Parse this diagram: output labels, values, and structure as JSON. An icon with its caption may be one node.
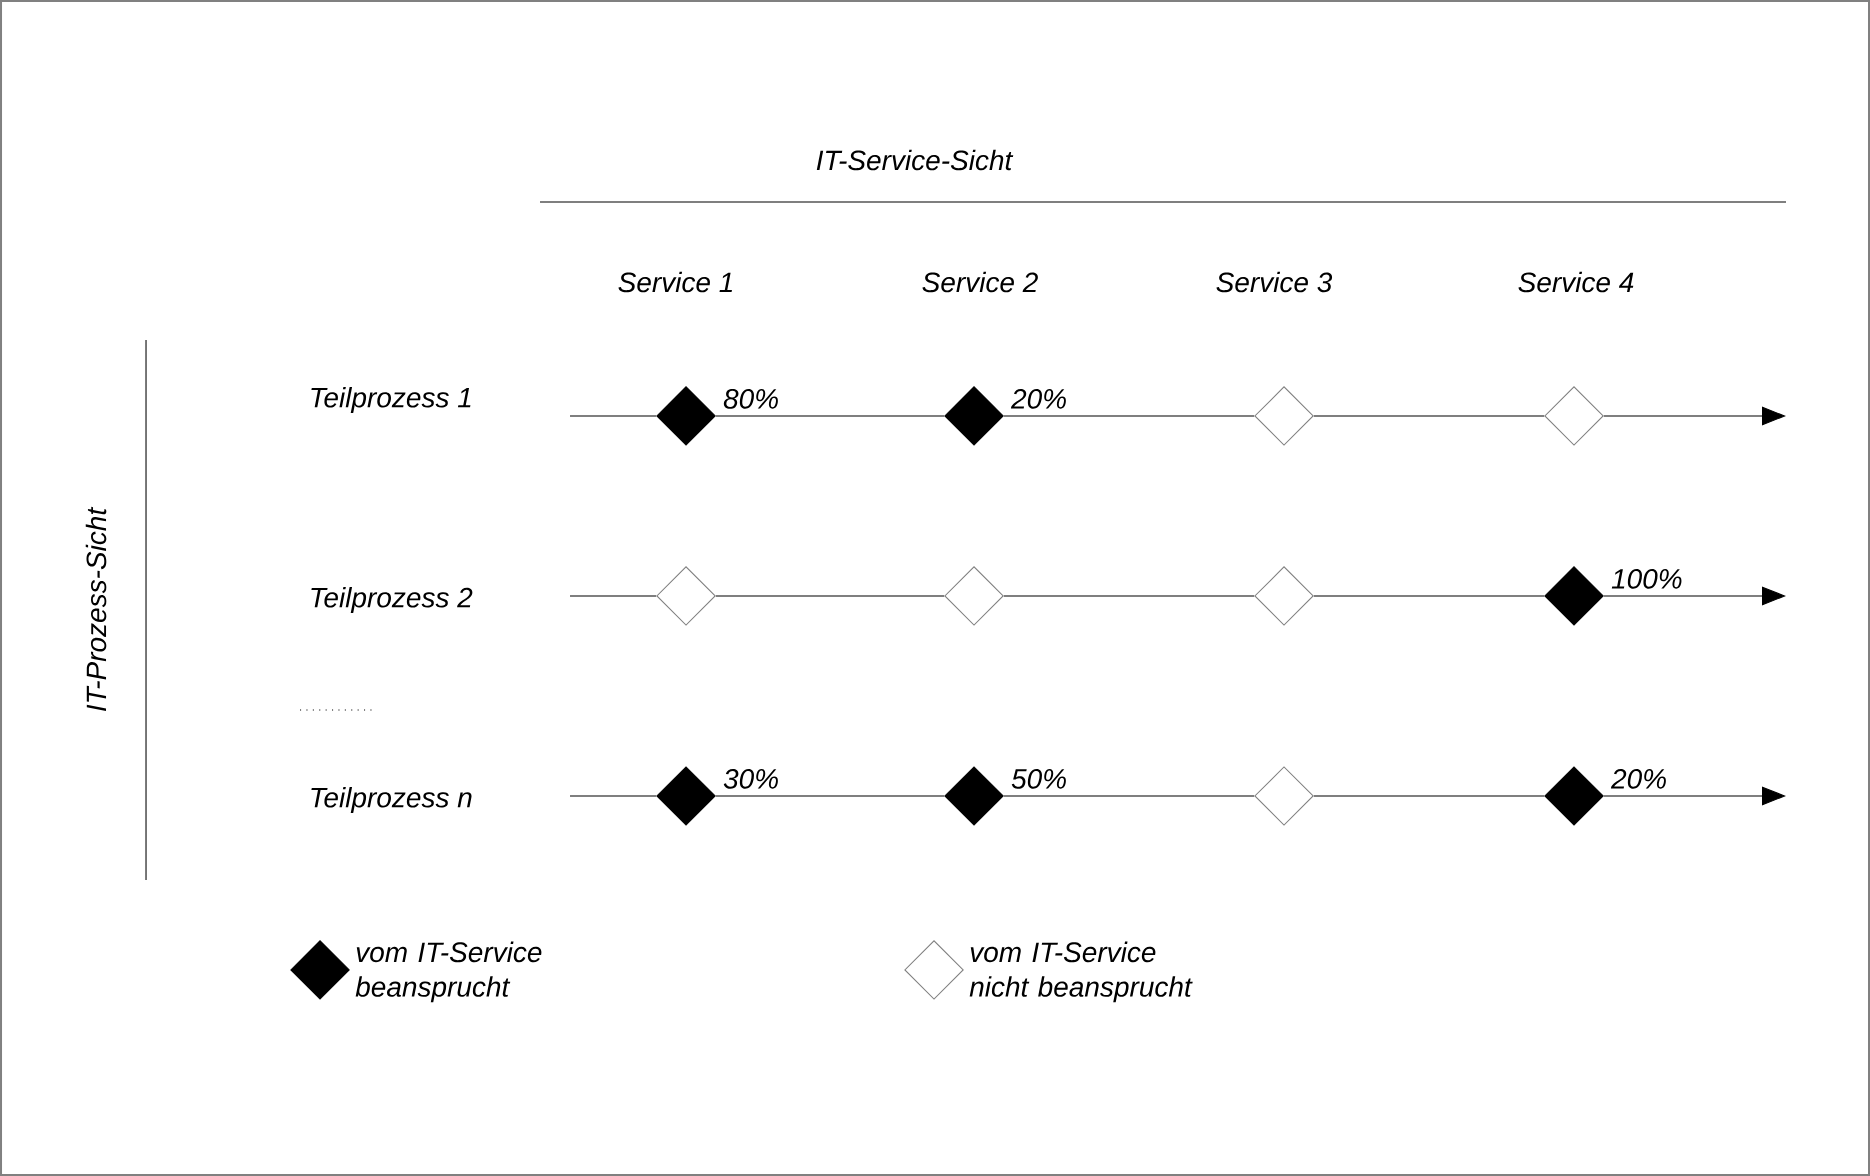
{
  "diagram": {
    "nodes": [
      {
        "text": [],
        "shape": "filled-diamond"
      },
      {
        "text": [],
        "shape": "filled-diamond"
      },
      {
        "text": [],
        "shape": "diamond"
      },
      {
        "text": [],
        "shape": "diamond"
      },
      {
        "text": [],
        "shape": "diamond"
      },
      {
        "text": [],
        "shape": "diamond"
      },
      {
        "text": [],
        "shape": "diamond"
      },
      {
        "text": [],
        "shape": "filled-diamond"
      },
      {
        "text": [],
        "shape": "filled-diamond"
      },
      {
        "text": [],
        "shape": "filled-diamond"
      },
      {
        "text": [],
        "shape": "diamond"
      },
      {
        "text": [],
        "shape": "filled-diamond"
      }
    ],
    "edges": [
      {
        "from": null,
        "to": 0,
        "arrow": "none"
      },
      {
        "from": 0,
        "to": 1,
        "arrow": "none",
        "label": "80%"
      },
      {
        "from": 1,
        "to": 2,
        "arrow": "none",
        "label": "20%"
      },
      {
        "from": 2,
        "to": 3,
        "arrow": "none"
      },
      {
        "from": 3,
        "to": null,
        "arrow": "to"
      },
      {
        "from": null,
        "to": 4,
        "arrow": "none"
      },
      {
        "from": 4,
        "to": 5,
        "arrow": "none"
      },
      {
        "from": 5,
        "to": 6,
        "arrow": "none"
      },
      {
        "from": 6,
        "to": 7,
        "arrow": "none"
      },
      {
        "from": 7,
        "to": null,
        "arrow": "to",
        "label": "100%"
      },
      {
        "from": null,
        "to": 8,
        "arrow": "none"
      },
      {
        "from": 8,
        "to": 9,
        "arrow": "none",
        "label": "30%"
      },
      {
        "from": 9,
        "to": 10,
        "arrow": "none",
        "label": "50%"
      },
      {
        "from": 10,
        "to": 11,
        "arrow": "none"
      },
      {
        "from": 11,
        "to": null,
        "arrow": "to",
        "label": "20%"
      }
    ],
    "labels": [
      "IT-Service-Sicht",
      "Service 1",
      "Service 2",
      "Service 3",
      "Service 4",
      "Teilprozess 1",
      "IT-Prozess-Sicht",
      "Teilprozess 2",
      "Teilprozess n"
    ],
    "legend": [
      {
        "text": "vom IT-Service beansprucht"
      },
      {
        "text": "vom IT-Service nicht beansprucht"
      }
    ]
  }
}
